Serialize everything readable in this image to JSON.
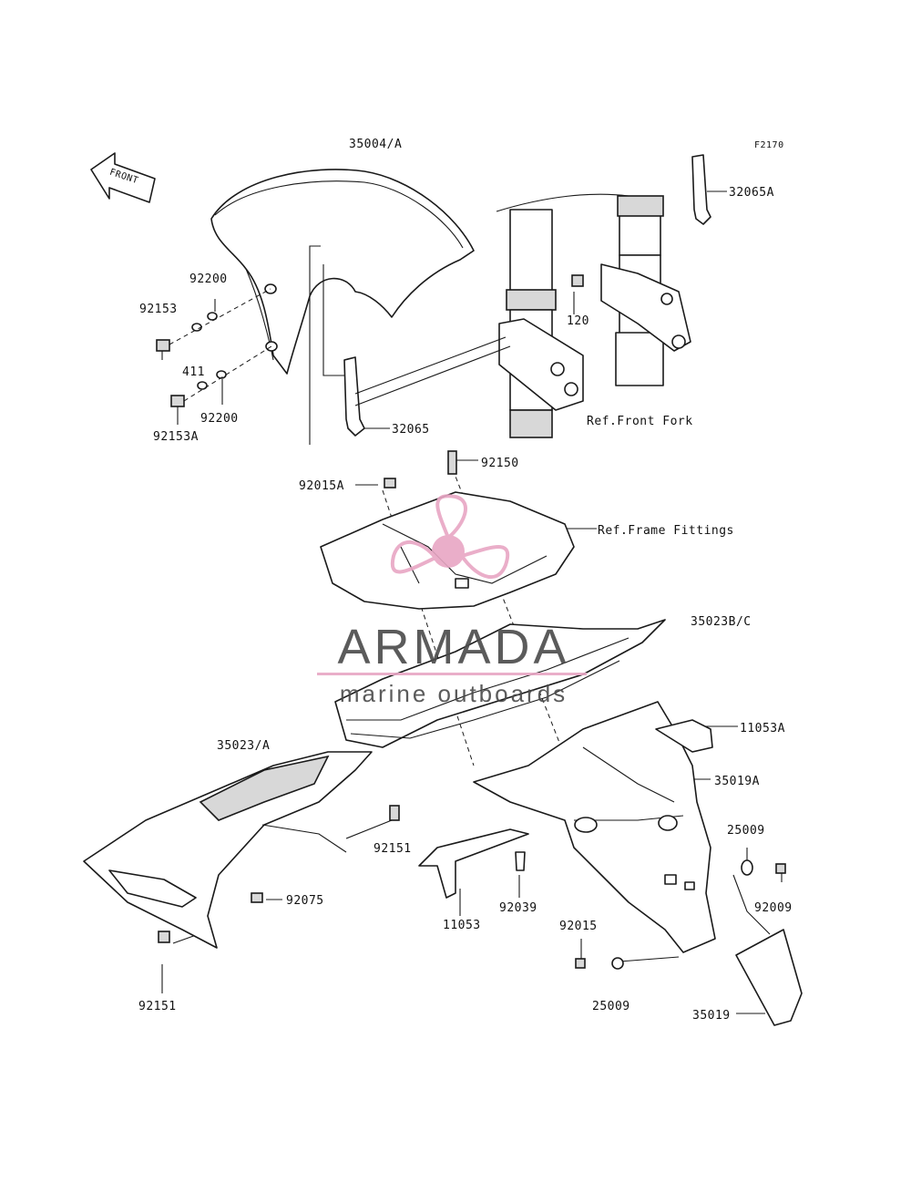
{
  "figure_code": "F2170",
  "front_arrow_label": "FRONT",
  "labels": {
    "l_35004A": "35004/A",
    "l_32065A": "32065A",
    "l_92200a": "92200",
    "l_92153": "92153",
    "l_411": "411",
    "l_92200b": "92200",
    "l_92153A": "92153A",
    "l_120": "120",
    "l_32065": "32065",
    "l_ref_front_fork": "Ref.Front Fork",
    "l_92150": "92150",
    "l_92015A": "92015A",
    "l_ref_frame": "Ref.Frame Fittings",
    "l_35023BC": "35023B/C",
    "l_11053A": "11053A",
    "l_35023A": "35023/A",
    "l_35019A": "35019A",
    "l_25009a": "25009",
    "l_92151a": "92151",
    "l_92009": "92009",
    "l_92075": "92075",
    "l_11053": "11053",
    "l_92039": "92039",
    "l_92015": "92015",
    "l_92151b": "92151",
    "l_25009b": "25009",
    "l_35019": "35019"
  },
  "watermark": {
    "brand": "ARMADA",
    "tagline": "marine outboards",
    "accent_color": "#e8a6c4"
  }
}
